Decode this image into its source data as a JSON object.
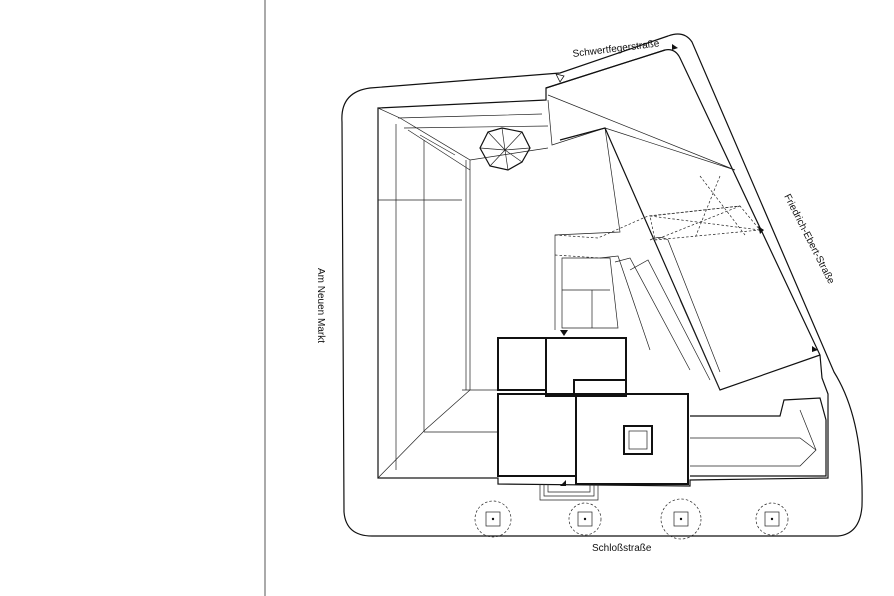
{
  "streets": {
    "top": "Schwertfegerstraße",
    "right": "Friedrich-Ebert-Straße",
    "left": "Am Neuen Markt",
    "bottom": "Schloßstraße"
  }
}
